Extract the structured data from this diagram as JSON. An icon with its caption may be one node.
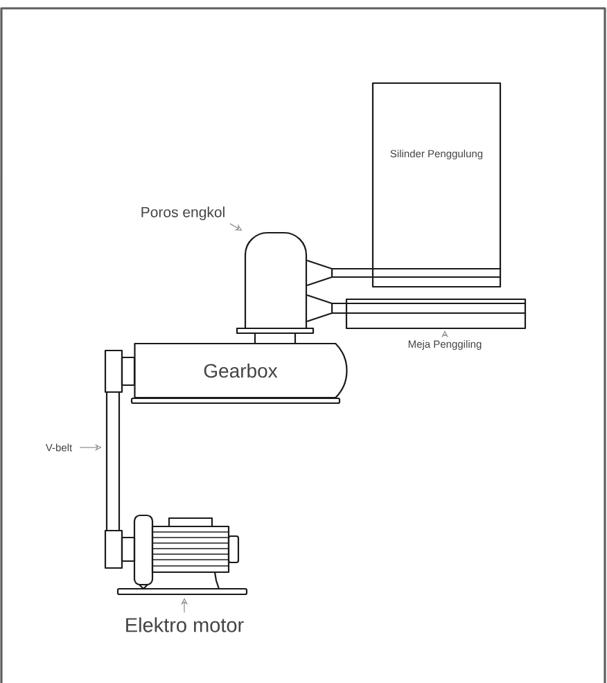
{
  "diagram": {
    "nodes": [
      {
        "text": [
          "Silinder Penggulung"
        ]
      },
      {
        "text": [
          "Poros engkol"
        ]
      },
      {
        "text": [],
        "shape": "picture"
      },
      {
        "text": [],
        "shape": "box"
      },
      {
        "text": [
          "Meja Penggiling"
        ]
      },
      {
        "text": [
          "Gearbox"
        ]
      },
      {
        "text": [
          "V-belt"
        ]
      },
      {
        "text": [],
        "shape": "bar"
      },
      {
        "text": [],
        "shape": "picture"
      },
      {
        "text": [
          "Elektro motor"
        ]
      }
    ],
    "edges": [
      {
        "from": 1,
        "to": 2,
        "arrow": "to"
      },
      {
        "from": 2,
        "to": 0,
        "arrow": "none",
        "color": "#1a1a1a"
      },
      {
        "from": 2,
        "to": 3,
        "arrow": "none",
        "color": "#1a1a1a"
      },
      {
        "from": 4,
        "to": 3,
        "arrow": "to"
      },
      {
        "from": 6,
        "to": 7,
        "arrow": "to"
      },
      {
        "from": 9,
        "to": 8,
        "arrow": "to"
      }
    ]
  }
}
